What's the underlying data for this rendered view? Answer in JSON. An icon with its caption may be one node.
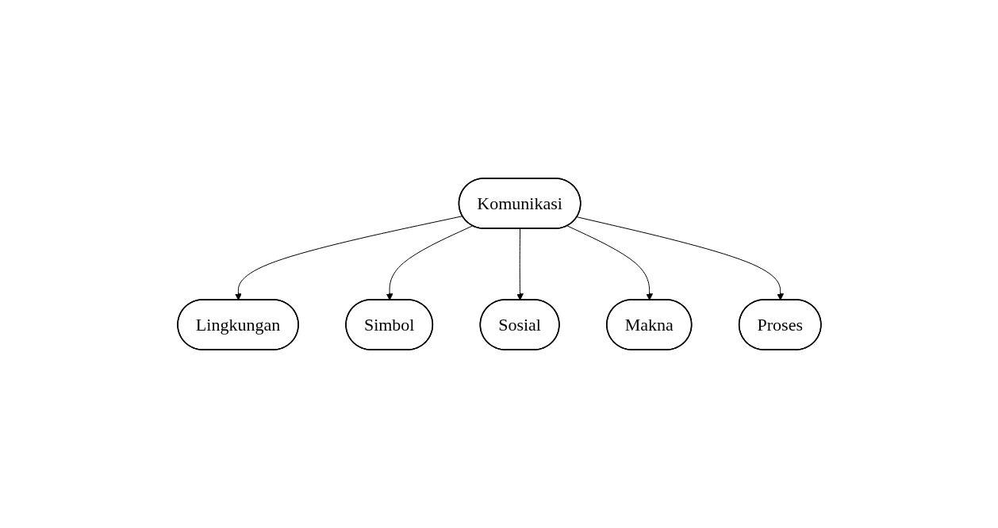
{
  "diagram": {
    "nodes": [
      {
        "text": [
          "Lingkungan"
        ]
      },
      {
        "text": [
          "Simbol"
        ]
      },
      {
        "text": [
          "Komunikasi"
        ]
      },
      {
        "text": [
          "Sosial"
        ]
      },
      {
        "text": [
          "Makna"
        ]
      },
      {
        "text": [
          "Proses"
        ]
      }
    ],
    "edges": [
      {
        "from": 2,
        "to": 0,
        "arrow": "to"
      },
      {
        "from": 2,
        "to": 1,
        "arrow": "to"
      },
      {
        "from": 2,
        "to": 3,
        "arrow": "to"
      },
      {
        "from": 2,
        "to": 4,
        "arrow": "to"
      },
      {
        "from": 2,
        "to": 5,
        "arrow": "to"
      }
    ]
  }
}
